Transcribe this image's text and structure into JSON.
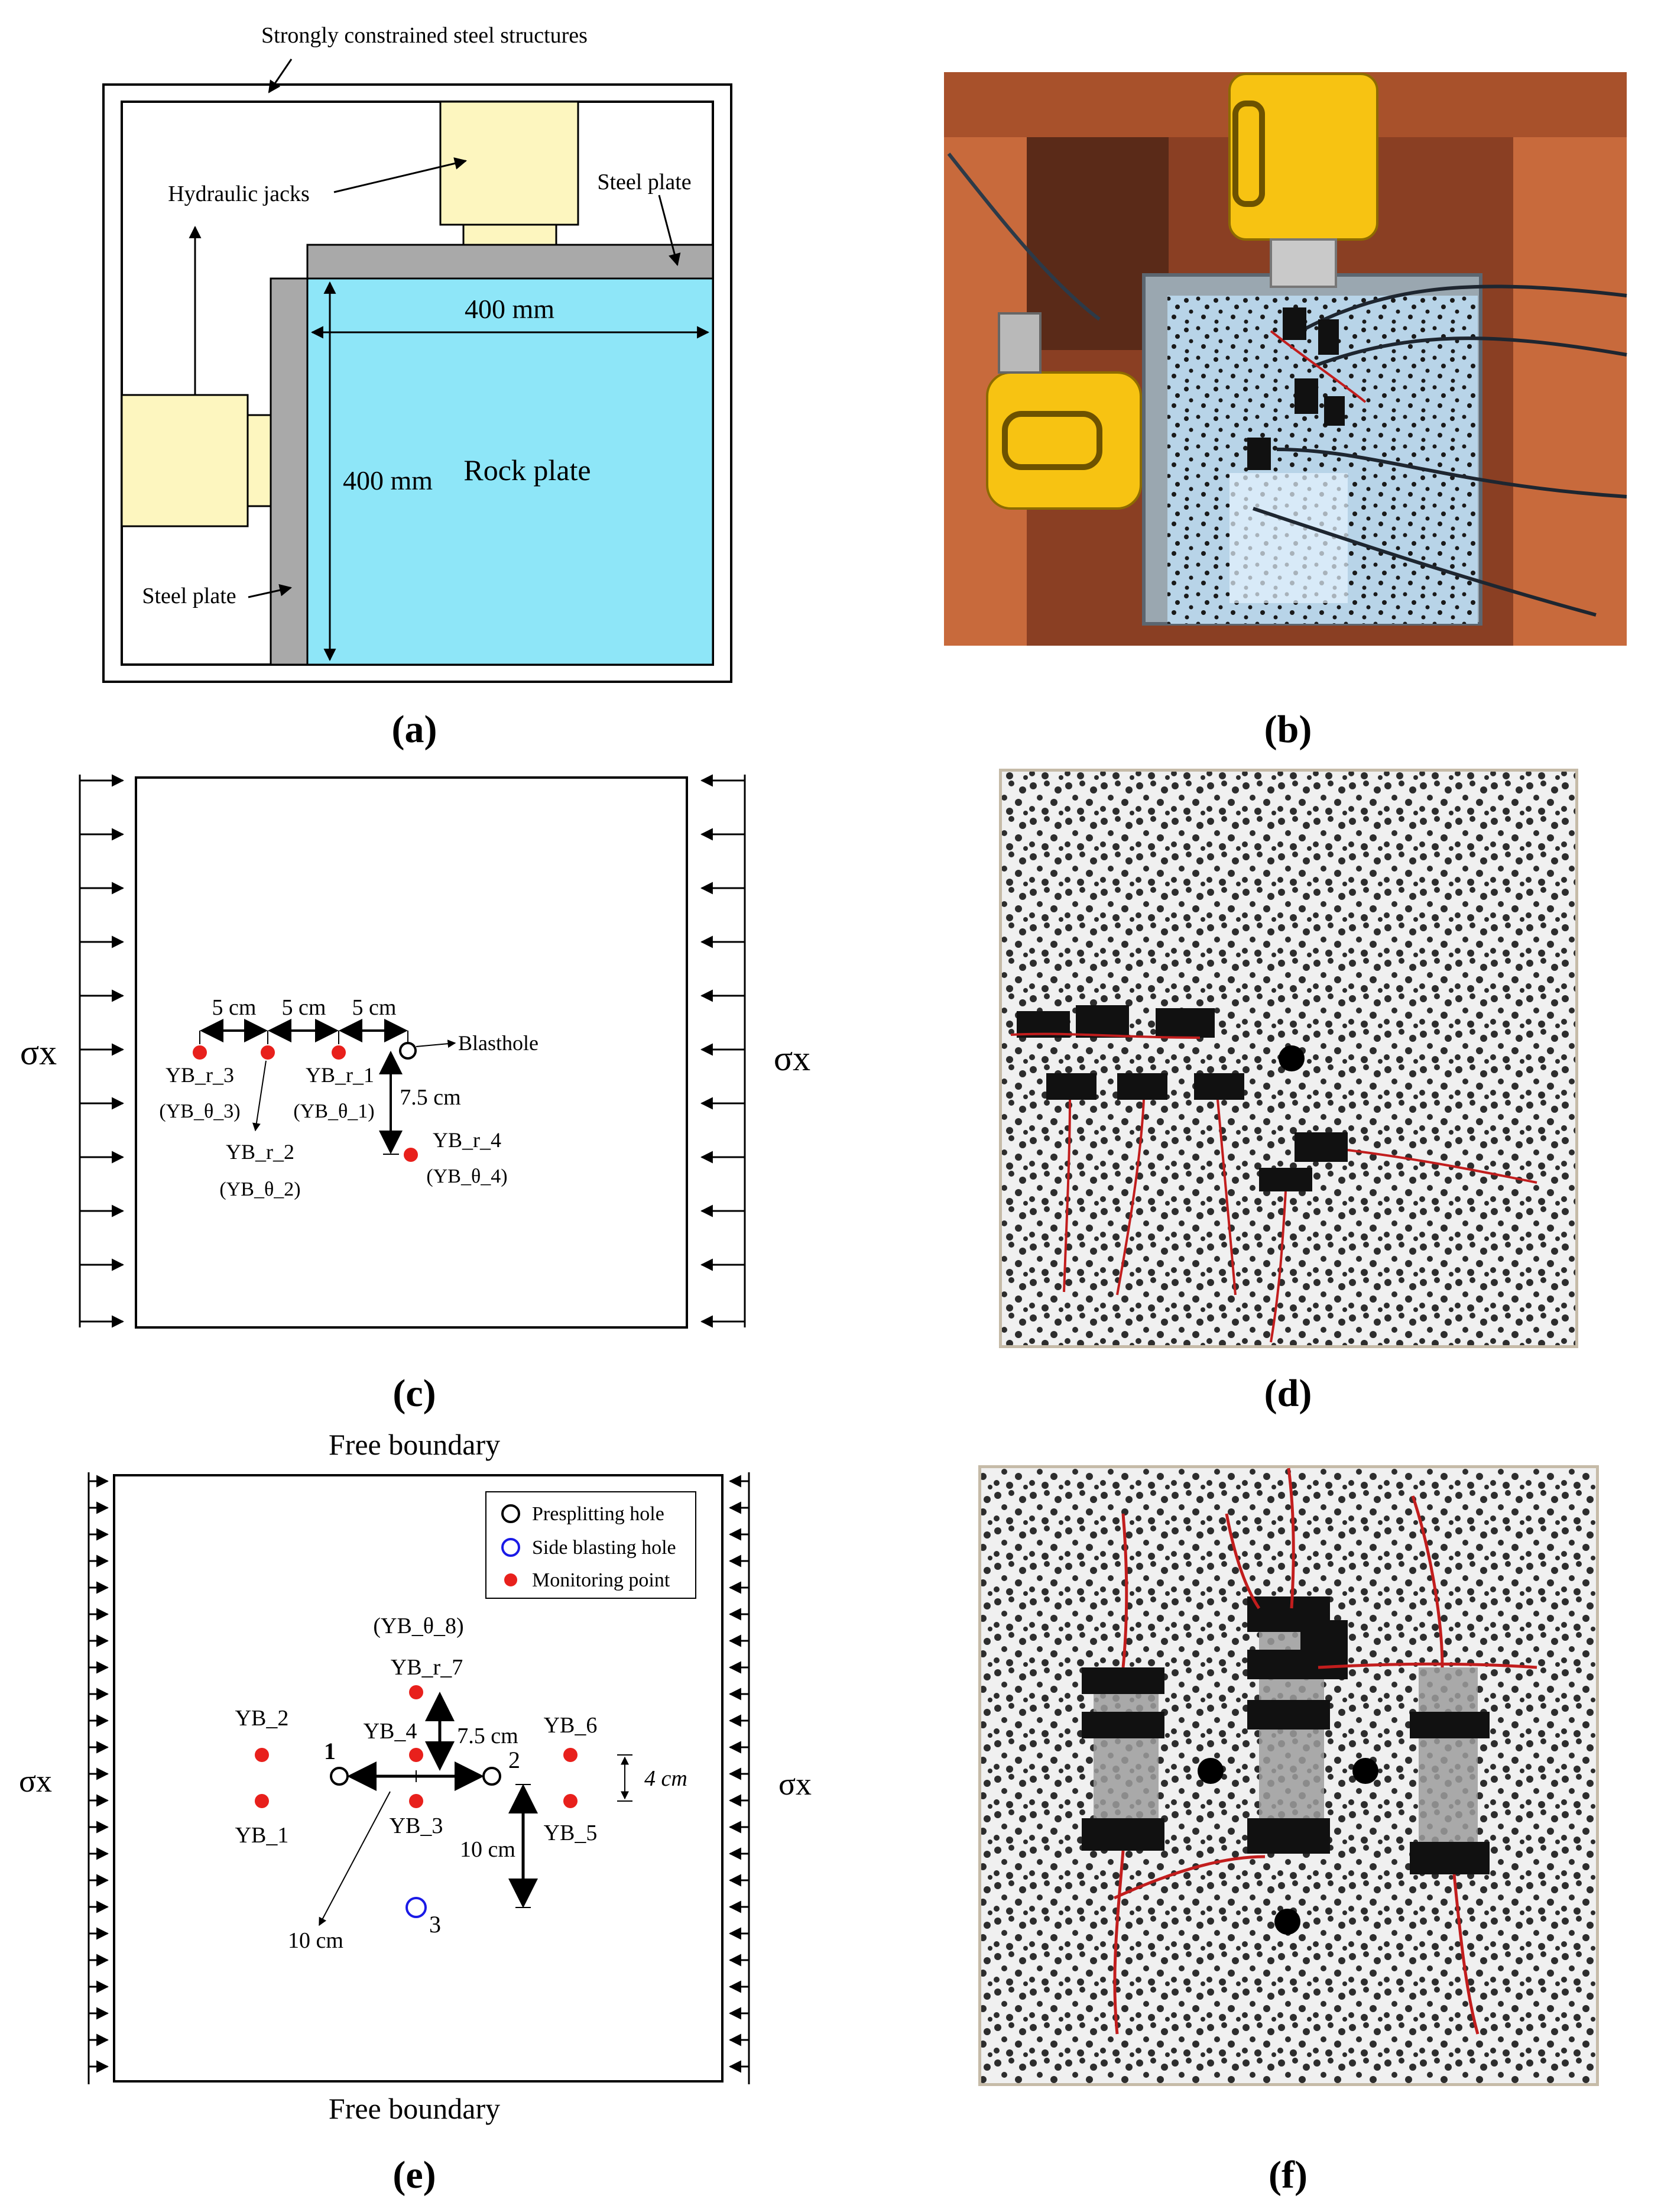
{
  "panel_a": {
    "caption": "(a)",
    "steel_structure_label": "Strongly constrained steel structures",
    "jacks_label": "Hydraulic jacks",
    "steel_plate_top_label": "Steel plate",
    "steel_plate_left_label": "Steel plate",
    "width_label": "400 mm",
    "height_label": "400 mm",
    "rock_label": "Rock plate",
    "colors": {
      "rock": "#8ee6f8",
      "jack": "#fdf6bf",
      "steel": "#a9a9a9"
    }
  },
  "panel_b": {
    "caption": "(b)"
  },
  "panel_c": {
    "caption": "(c)",
    "sigma_left": "σx",
    "sigma_right": "σx",
    "spacing_labels": [
      "5 cm",
      "5 cm",
      "5 cm"
    ],
    "vertical_spacing": "7.5 cm",
    "blasthole_label": "Blasthole",
    "points": [
      {
        "name": "YB_r_3",
        "sub": "(YB_θ_3)"
      },
      {
        "name": "YB_r_2",
        "sub": "(YB_θ_2)"
      },
      {
        "name": "YB_r_1",
        "sub": "(YB_θ_1)"
      },
      {
        "name": "YB_r_4",
        "sub": "(YB_θ_4)"
      }
    ]
  },
  "panel_d": {
    "caption": "(d)"
  },
  "panel_e": {
    "caption": "(e)",
    "top_boundary": "Free boundary",
    "bottom_boundary": "Free boundary",
    "sigma_left": "σx",
    "sigma_right": "σx",
    "legend": [
      "Presplitting hole",
      "Side blasting hole",
      "Monitoring point"
    ],
    "hole_numbers": [
      "1",
      "2",
      "3"
    ],
    "points": [
      "YB_1",
      "YB_2",
      "YB_3",
      "YB_4",
      "YB_5",
      "YB_6",
      "YB_r_7",
      "(YB_θ_8)"
    ],
    "dim_75": "7.5 cm",
    "dim_4": "4 cm",
    "dim_10_right": "10 cm",
    "dim_10_diag": "10 cm",
    "colors": {
      "monitor": "#e8201c",
      "side_hole": "#1a1ae6",
      "hole_number": "#e8201c"
    }
  },
  "panel_f": {
    "caption": "(f)"
  }
}
